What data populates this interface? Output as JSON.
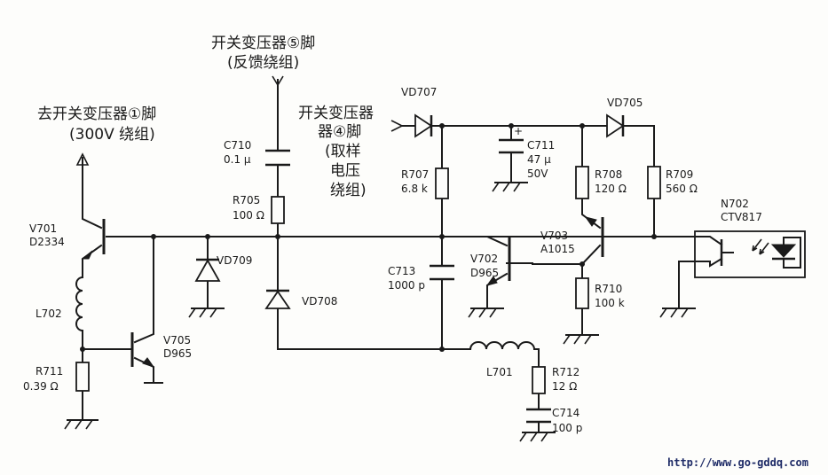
{
  "notes": {
    "pin1_line1": "去开关变压器①脚",
    "pin1_line2": "(300V 绕组)",
    "pin5_line1": "开关变压器⑤脚",
    "pin5_line2": "(反馈绕组)",
    "pin4_line1": "开关变压器",
    "pin4_line2": "器④脚",
    "pin4_line3": "(取样",
    "pin4_line4": "电压",
    "pin4_line5": "绕组)"
  },
  "components": {
    "V701": {
      "ref": "V701",
      "type": "D2334"
    },
    "L702": {
      "ref": "L702"
    },
    "R711": {
      "ref": "R711",
      "value": "0.39 Ω"
    },
    "V705": {
      "ref": "V705",
      "type": "D965"
    },
    "C710": {
      "ref": "C710",
      "value": "0.1 μ"
    },
    "R705": {
      "ref": "R705",
      "value": "100 Ω"
    },
    "VD709": {
      "ref": "VD709"
    },
    "VD708": {
      "ref": "VD708"
    },
    "VD707": {
      "ref": "VD707"
    },
    "R707": {
      "ref": "R707",
      "value": "6.8 k"
    },
    "C713": {
      "ref": "C713",
      "value": "1000 p"
    },
    "C711": {
      "ref": "C711",
      "value": "47 μ",
      "voltage": "50V"
    },
    "V702": {
      "ref": "V702",
      "type": "D965"
    },
    "L701": {
      "ref": "L701"
    },
    "R712": {
      "ref": "R712",
      "value": "12 Ω"
    },
    "C714": {
      "ref": "C714",
      "value": "100 p"
    },
    "V703": {
      "ref": "V703",
      "type": "A1015"
    },
    "R710": {
      "ref": "R710",
      "value": "100 k"
    },
    "R708": {
      "ref": "R708",
      "value": "120 Ω"
    },
    "VD705": {
      "ref": "VD705"
    },
    "R709": {
      "ref": "R709",
      "value": "560 Ω"
    },
    "N702": {
      "ref": "N702",
      "type": "CTV817"
    }
  },
  "watermark": {
    "url": "http://www.go-gddq.com"
  }
}
